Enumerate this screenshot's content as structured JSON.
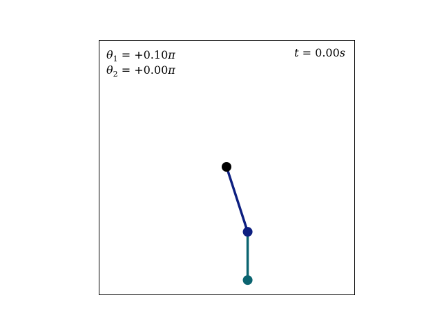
{
  "annotations": {
    "theta1": {
      "symbol": "θ",
      "sub": "1",
      "eq": " = ",
      "value": "+0.10",
      "pi": "π"
    },
    "theta2": {
      "symbol": "θ",
      "sub": "2",
      "eq": " = ",
      "value": "+0.00",
      "pi": "π"
    },
    "time": {
      "symbol": "t",
      "eq": " = ",
      "value": "0.00",
      "unit": "s"
    }
  },
  "pendulum": {
    "theta1_pi": 0.1,
    "theta2_pi": 0.0,
    "time_s": 0.0,
    "pivot_color": "#000000",
    "arm1_color": "#0d1f80",
    "arm2_color": "#0b6470"
  }
}
